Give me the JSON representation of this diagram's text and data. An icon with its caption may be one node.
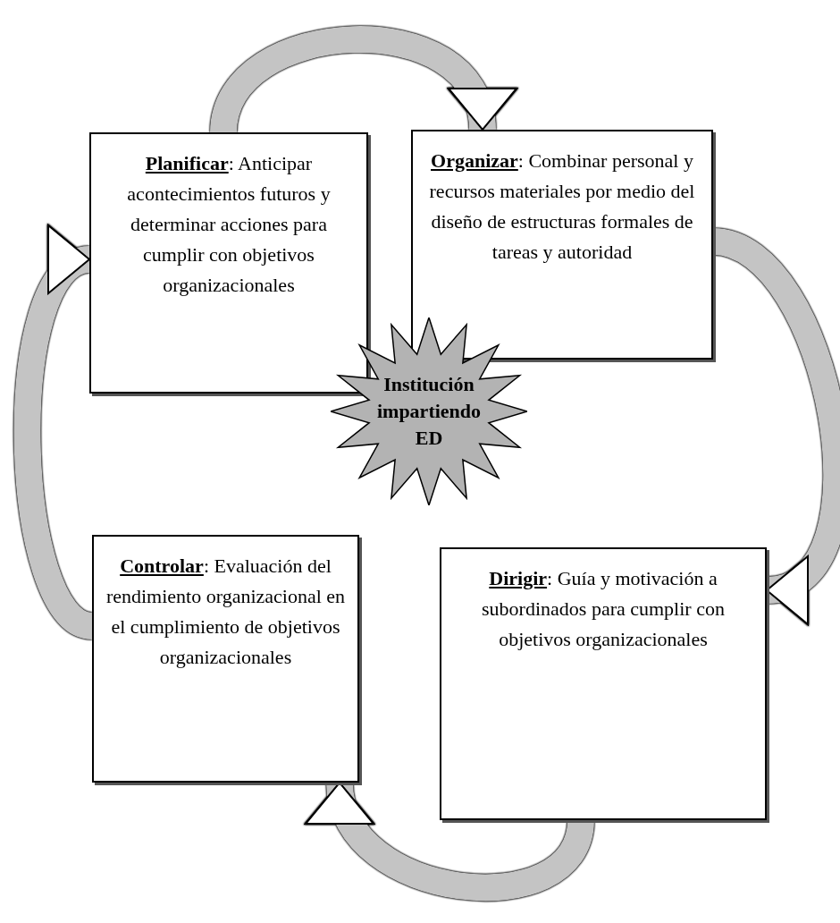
{
  "diagram": {
    "nodes": [
      {
        "text": [
          "**Planificar**: Anticipar acontecimientos futuros y determinar acciones para cumplir con objetivos organizacionales"
        ]
      },
      {
        "text": [
          "**Organizar**: Combinar personal y recursos materiales por medio del diseño de estructuras formales de tareas y autoridad"
        ]
      },
      {
        "text": [
          "Institución impartiendo ED"
        ]
      },
      {
        "text": [
          "**Controlar**: Evaluación del rendimiento organizacional en el cumplimiento de objetivos organizacionales"
        ]
      },
      {
        "text": [
          "**Dirigir**: Guía y motivación a subordinados para cumplir con objetivos organizacionales"
        ]
      }
    ],
    "edges": [
      {
        "from": 0,
        "to": 1,
        "arrow": "to"
      },
      {
        "from": 1,
        "to": 4,
        "arrow": "to"
      },
      {
        "from": 4,
        "to": 3,
        "arrow": "to"
      },
      {
        "from": 3,
        "to": 0,
        "arrow": "to"
      }
    ]
  }
}
